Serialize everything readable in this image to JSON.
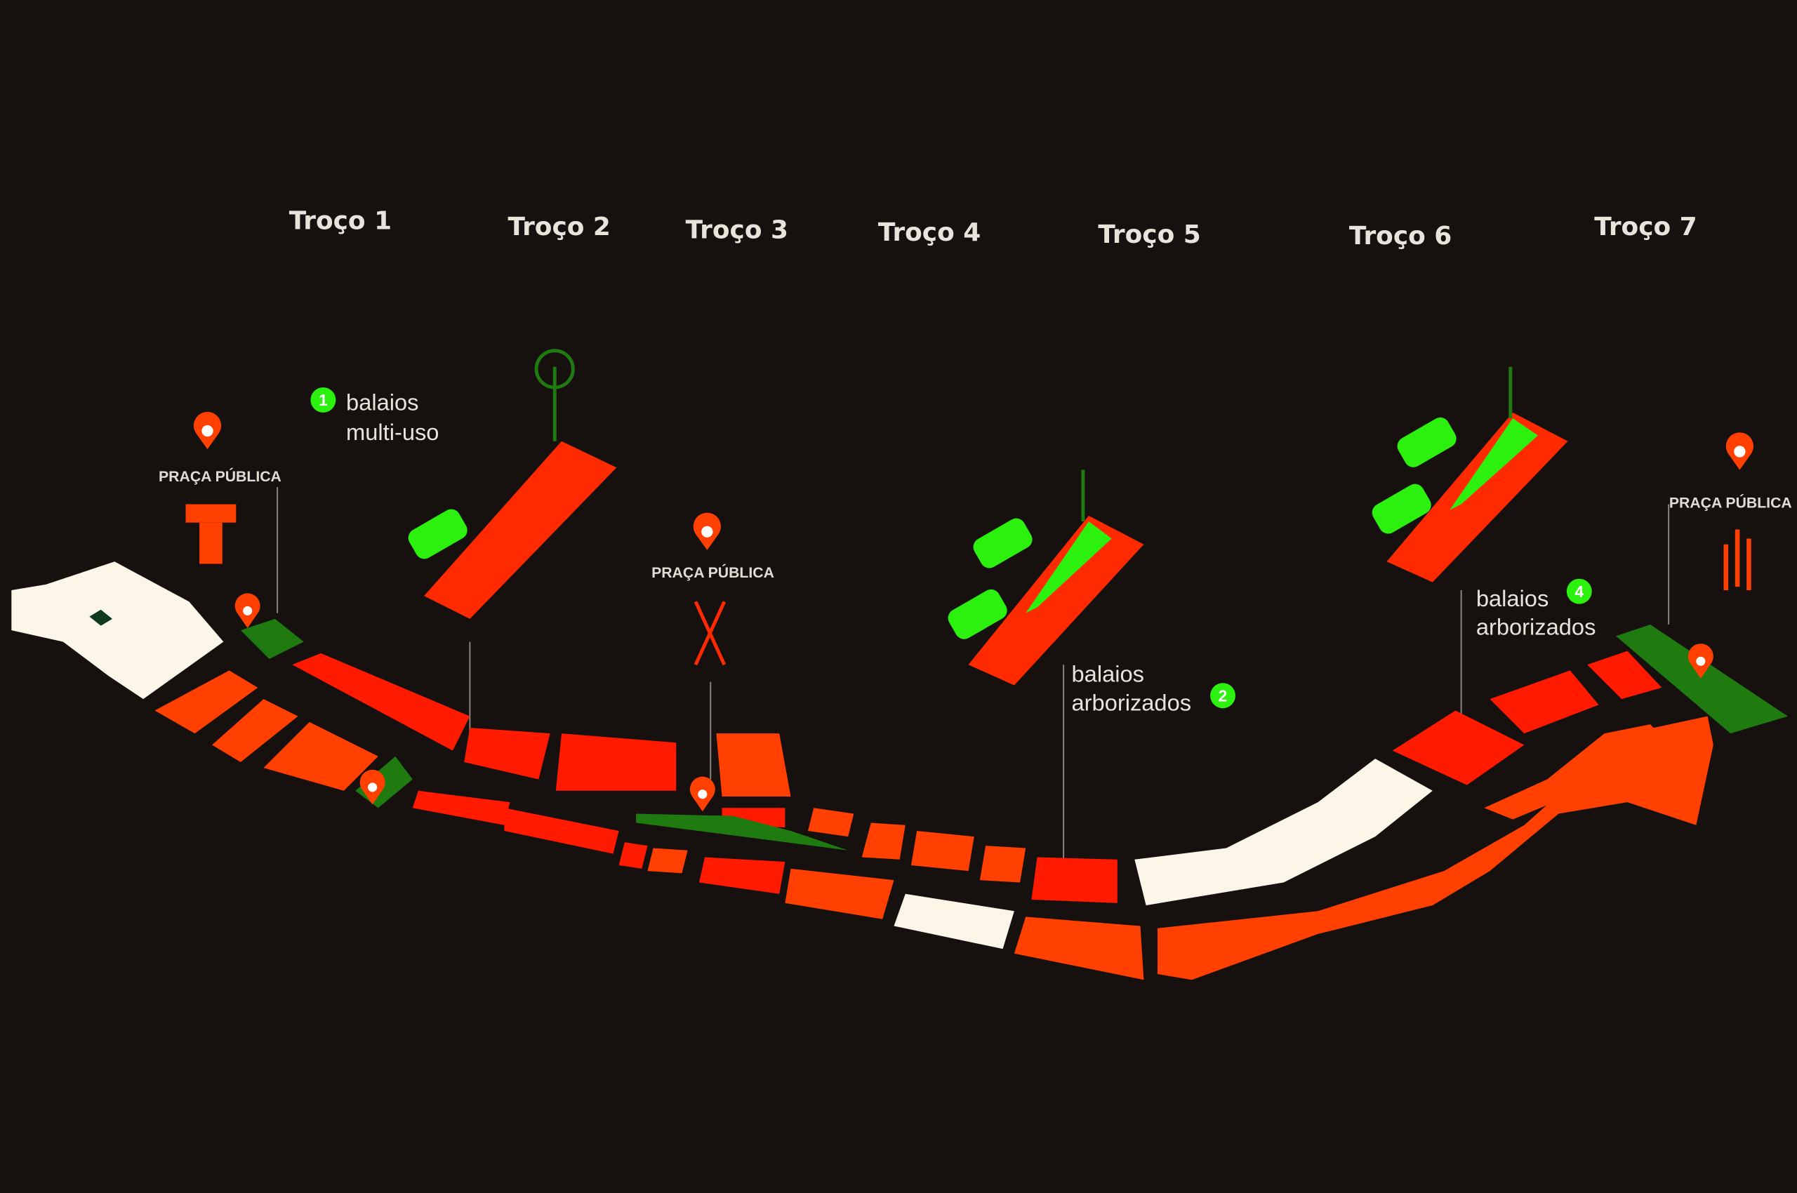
{
  "sections": [
    {
      "label": "Troço 1"
    },
    {
      "label": "Troço 2"
    },
    {
      "label": "Troço 3"
    },
    {
      "label": "Troço 4"
    },
    {
      "label": "Troço 5"
    },
    {
      "label": "Troço 6"
    },
    {
      "label": "Troço 7"
    }
  ],
  "callouts": [
    {
      "number": "1",
      "line1": "balaios",
      "line2": "multi-uso"
    },
    {
      "number": "2",
      "line1": "balaios",
      "line2": "arborizados"
    },
    {
      "number": "4",
      "line1": "balaios",
      "line2": "arborizados"
    }
  ],
  "plazas": [
    {
      "label": "PRAÇA PÚBLICA"
    },
    {
      "label": "PRAÇA PÚBLICA"
    },
    {
      "label": "PRAÇA PÚBLICA"
    }
  ],
  "colors": {
    "background": "#16110e",
    "red": "#ff1a00",
    "orange": "#ff4000",
    "cream": "#fbf6e8",
    "green": "#2cf00e",
    "dark_green": "#1f7a10"
  }
}
